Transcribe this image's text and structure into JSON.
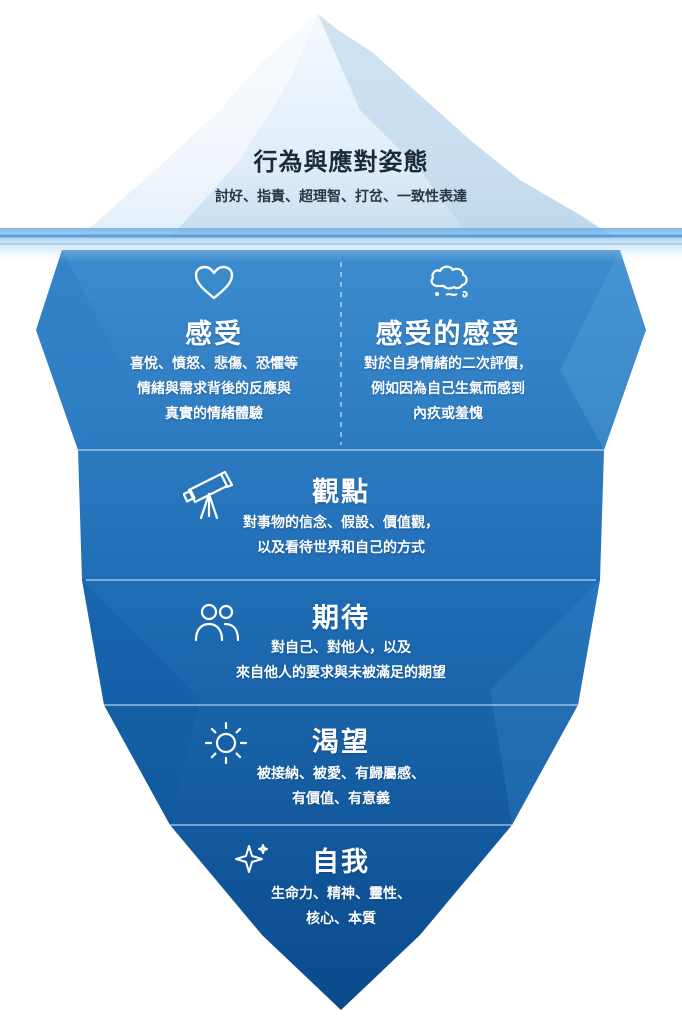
{
  "tip": {
    "title": "行為與應對姿態",
    "subtitle": "討好、指責、超理智、打岔、一致性表達"
  },
  "layers": {
    "feelings": {
      "title": "感受",
      "lines": [
        "喜悅、憤怒、悲傷、恐懼等",
        "情緒與需求背後的反應與",
        "真實的情緒體驗"
      ],
      "icon": "heart-icon"
    },
    "feelings_about_feelings": {
      "title": "感受的感受",
      "lines": [
        "對於自身情緒的二次評價，",
        "例如因為自己生氣而感到",
        "內疚或羞愧"
      ],
      "icon": "thought-cloud-icon"
    },
    "perceptions": {
      "title": "觀點",
      "lines": [
        "對事物的信念、假設、價值觀，",
        "以及看待世界和自己的方式"
      ],
      "icon": "telescope-icon"
    },
    "expectations": {
      "title": "期待",
      "lines": [
        "對自己、對他人，以及",
        "來自他人的要求與未被滿足的期望"
      ],
      "icon": "people-icon"
    },
    "yearnings": {
      "title": "渴望",
      "lines": [
        "被接納、被愛、有歸屬感、",
        "有價值、有意義"
      ],
      "icon": "sun-icon"
    },
    "self": {
      "title": "自我",
      "lines": [
        "生命力、精神、靈性、",
        "核心、本質"
      ],
      "icon": "sparkle-icon"
    }
  },
  "colors": {
    "ice_light": "#e9f3fb",
    "ice_shadow": "#a9c8e2",
    "water_top": "#3f8fd1",
    "water_bottom": "#0b4f93",
    "divider": "#cfe4f7"
  }
}
